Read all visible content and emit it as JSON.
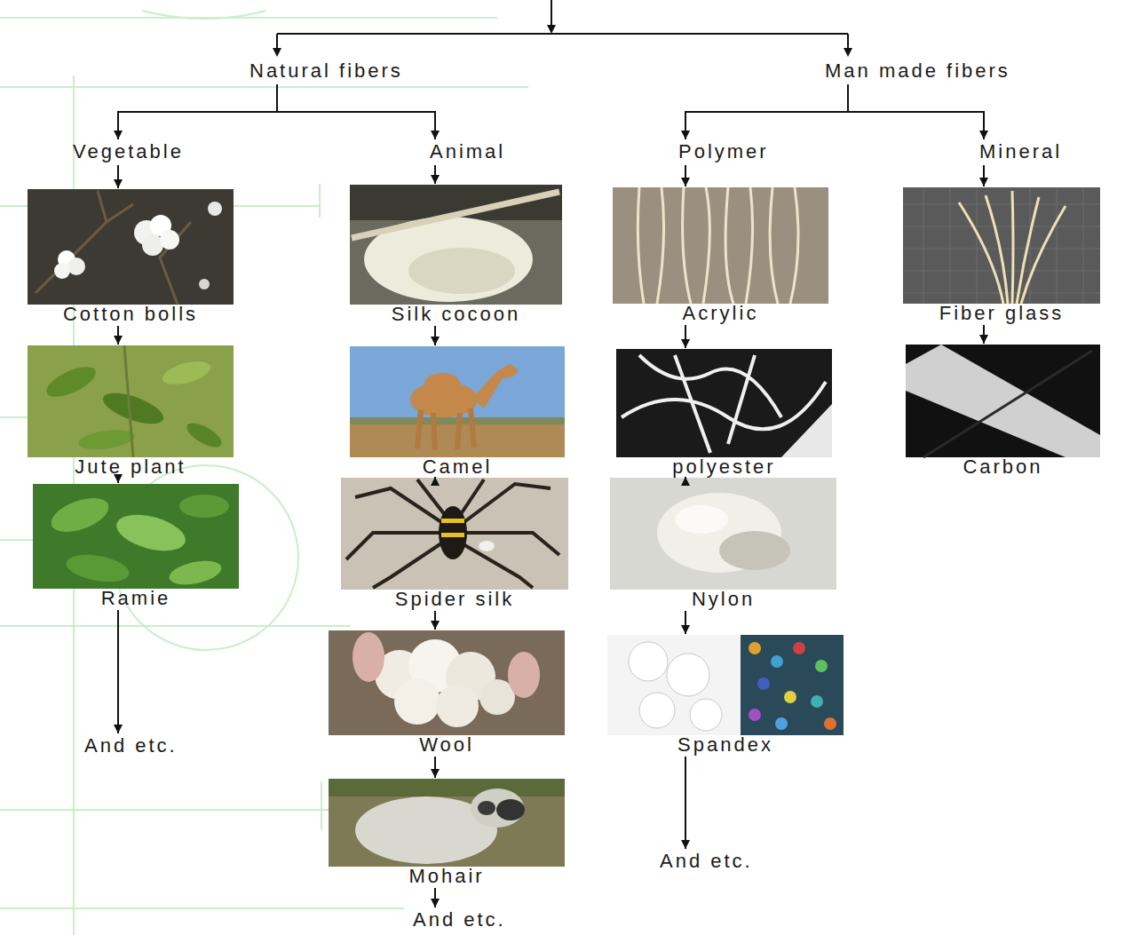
{
  "diagram": {
    "nodes": [
      {
        "text": [
          "Natural fibers"
        ]
      },
      {
        "text": [
          "Man made fibers"
        ]
      },
      {
        "text": [
          "Vegetable"
        ]
      },
      {
        "text": [
          "Animal"
        ]
      },
      {
        "text": [
          "Polymer"
        ]
      },
      {
        "text": [
          "Mineral"
        ]
      },
      {
        "text": [
          "Cotton bolls"
        ]
      },
      {
        "text": [
          "Silk cocoon"
        ]
      },
      {
        "text": [
          "Acrylic"
        ]
      },
      {
        "text": [
          "Fiber glass"
        ]
      },
      {
        "text": [
          "Jute plant"
        ]
      },
      {
        "text": [
          "Camel"
        ]
      },
      {
        "text": [
          "polyester"
        ]
      },
      {
        "text": [
          "Carbon"
        ]
      },
      {
        "text": [
          "Ramie"
        ]
      },
      {
        "text": [
          "Spider silk"
        ]
      },
      {
        "text": [
          "Nylon"
        ]
      },
      {
        "text": [
          "Wool"
        ]
      },
      {
        "text": [
          "Spandex"
        ]
      },
      {
        "text": [
          "And etc."
        ]
      },
      {
        "text": [
          "Mohair"
        ]
      },
      {
        "text": [
          "And etc."
        ]
      },
      {
        "text": [
          "And etc."
        ]
      }
    ],
    "edges": [
      {
        "from": 0,
        "to": 2,
        "arrow": "to"
      },
      {
        "from": 0,
        "to": 3,
        "arrow": "to"
      },
      {
        "from": 1,
        "to": 4,
        "arrow": "to"
      },
      {
        "from": 1,
        "to": 5,
        "arrow": "to"
      },
      {
        "from": 2,
        "to": 6,
        "arrow": "to"
      },
      {
        "from": 6,
        "to": 10,
        "arrow": "to"
      },
      {
        "from": 10,
        "to": 14,
        "arrow": "to"
      },
      {
        "from": 14,
        "to": 19,
        "arrow": "to"
      },
      {
        "from": 3,
        "to": 7,
        "arrow": "to"
      },
      {
        "from": 7,
        "to": 11,
        "arrow": "to"
      },
      {
        "from": 11,
        "to": 15,
        "arrow": "to"
      },
      {
        "from": 15,
        "to": 17,
        "arrow": "to"
      },
      {
        "from": 17,
        "to": 20,
        "arrow": "to"
      },
      {
        "from": 20,
        "to": 22,
        "arrow": "to"
      },
      {
        "from": 4,
        "to": 8,
        "arrow": "to"
      },
      {
        "from": 8,
        "to": 12,
        "arrow": "to"
      },
      {
        "from": 12,
        "to": 16,
        "arrow": "to"
      },
      {
        "from": 16,
        "to": 18,
        "arrow": "to"
      },
      {
        "from": 18,
        "to": 21,
        "arrow": "to"
      },
      {
        "from": 5,
        "to": 9,
        "arrow": "to"
      },
      {
        "from": 9,
        "to": 13,
        "arrow": "to"
      }
    ]
  }
}
